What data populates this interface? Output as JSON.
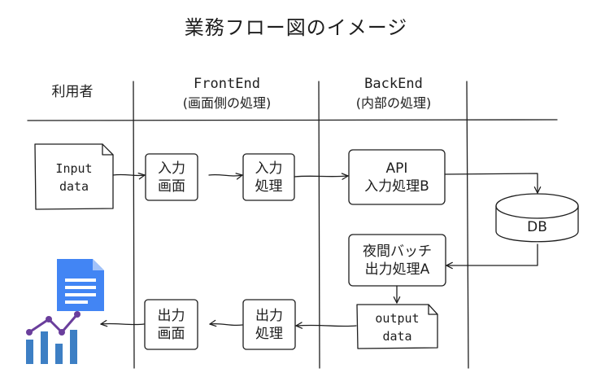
{
  "title": "業務フロー図のイメージ",
  "lanes": {
    "user": {
      "label": "利用者"
    },
    "frontend": {
      "label": "FrontEnd",
      "sublabel": "(画面側の処理)"
    },
    "backend": {
      "label": "BackEnd",
      "sublabel": "(内部の処理)"
    }
  },
  "nodes": {
    "input_data": {
      "line1": "Input",
      "line2": "data"
    },
    "input_screen": {
      "line1": "入力",
      "line2": "画面"
    },
    "input_process": {
      "line1": "入力",
      "line2": "処理"
    },
    "api": {
      "line1": "API",
      "line2": "入力処理B"
    },
    "db": {
      "label": "DB"
    },
    "night_batch": {
      "line1": "夜間バッチ",
      "line2": "出力処理A"
    },
    "output_data": {
      "line1": "output",
      "line2": "data"
    },
    "output_process": {
      "line1": "出力",
      "line2": "処理"
    },
    "output_screen": {
      "line1": "出力",
      "line2": "画面"
    }
  },
  "icons": {
    "document": "document-icon",
    "chart": "bar-line-chart-icon"
  },
  "colors": {
    "stroke": "#1e1e1e",
    "doc_blue": "#4285f4",
    "chart_blue": "#3d7fc4",
    "chart_purple": "#6a3e9c"
  }
}
